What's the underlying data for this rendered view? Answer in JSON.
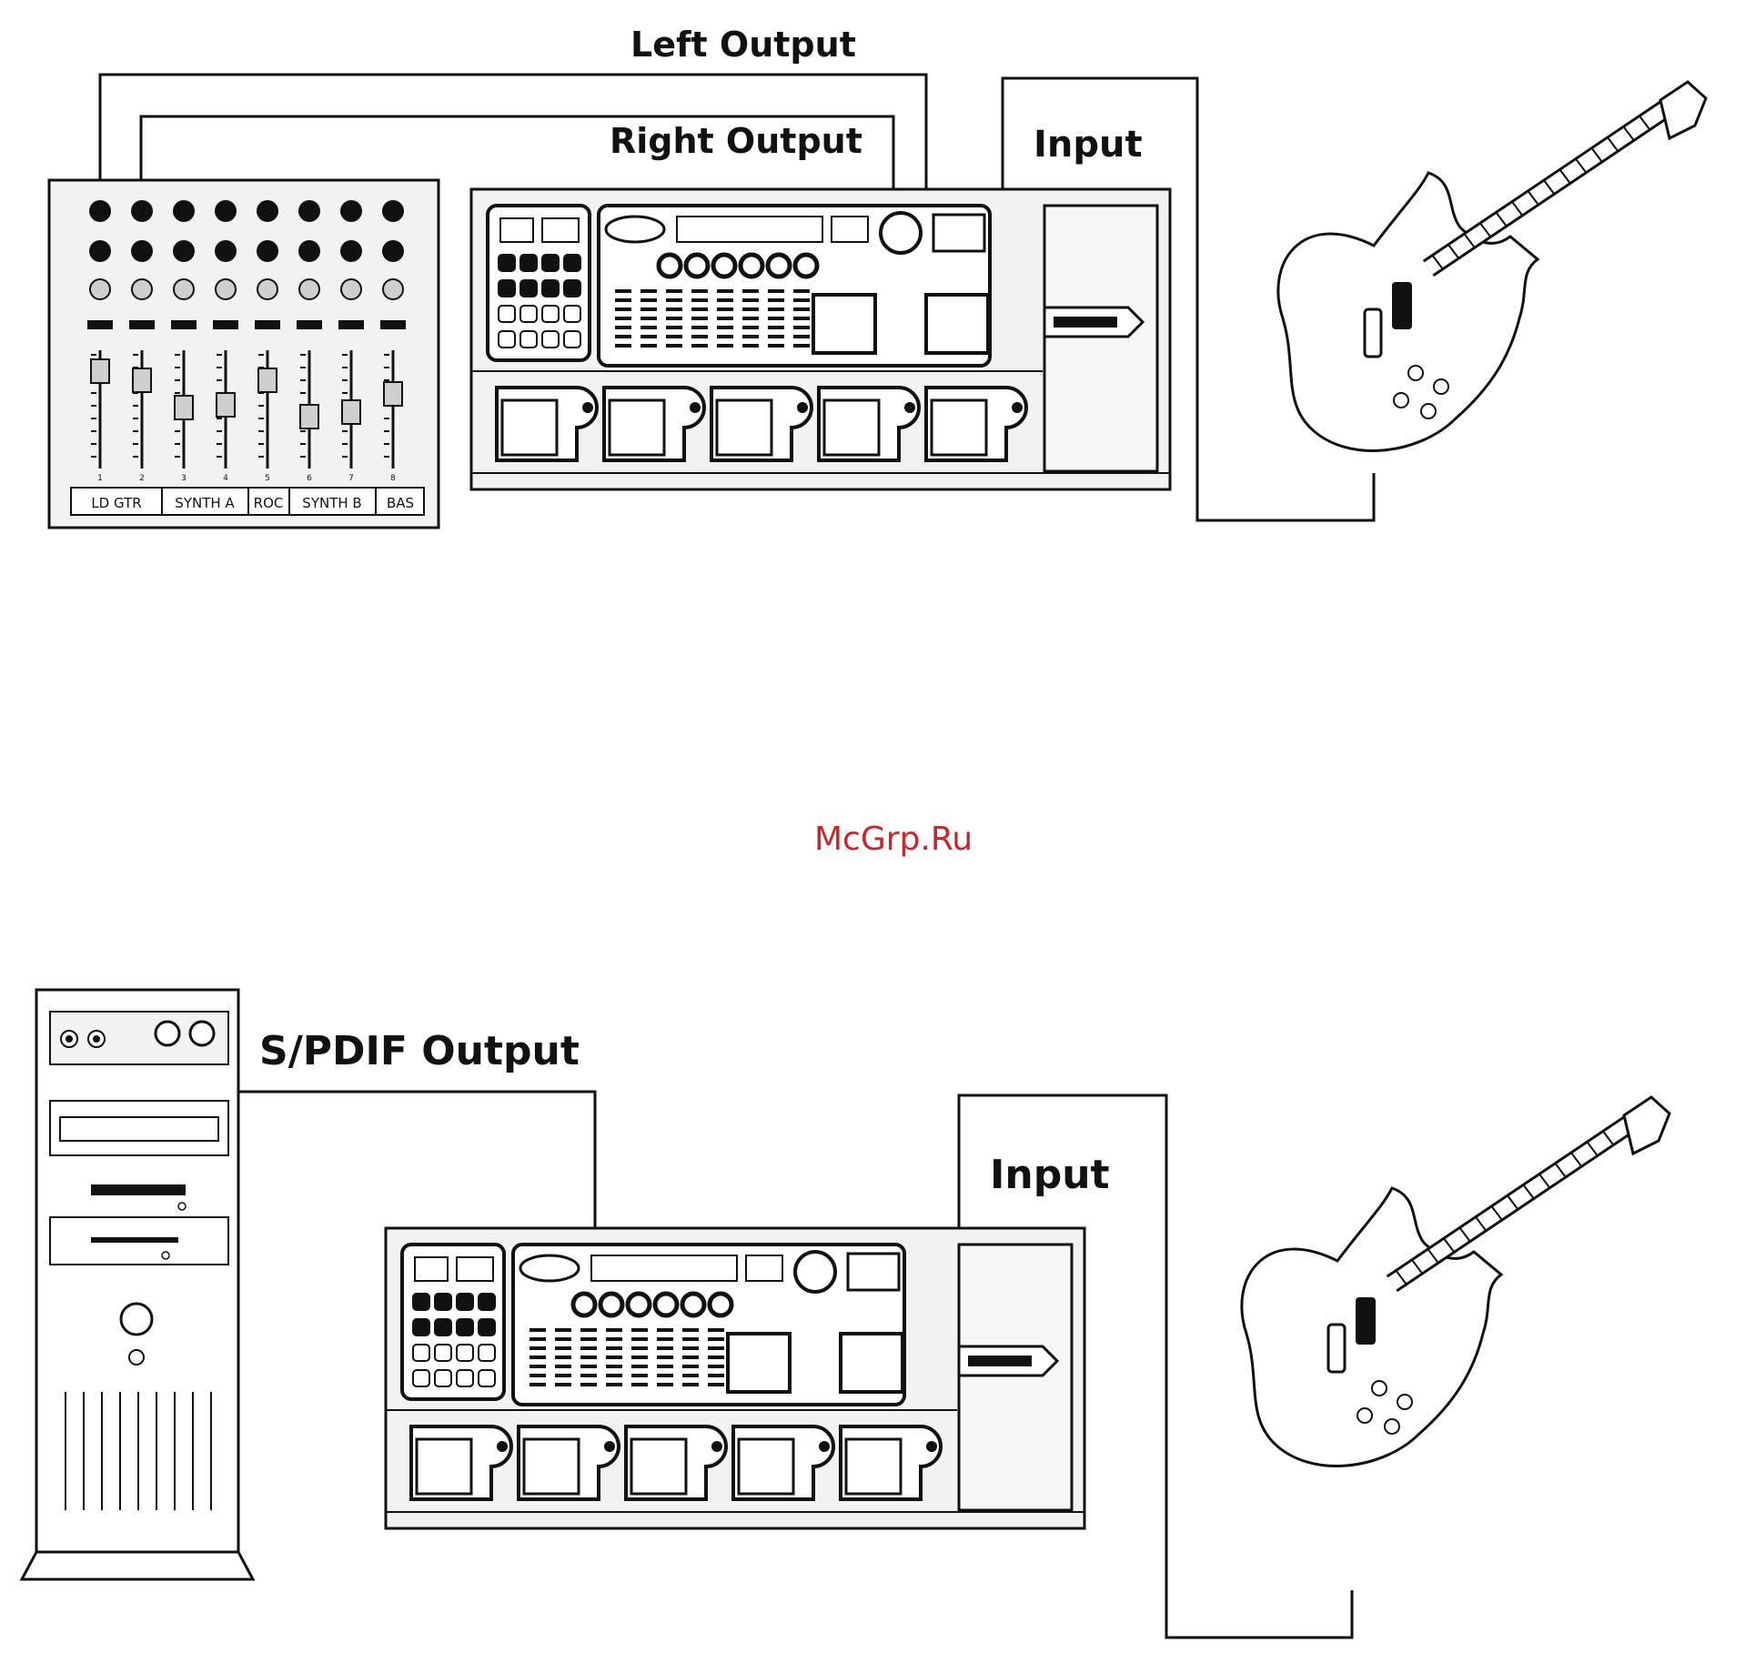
{
  "labels": {
    "left_output": "Left Output",
    "right_output": "Right Output",
    "input_top": "Input",
    "spdif_output": "S/PDIF Output",
    "input_bottom": "Input"
  },
  "watermark": "McGrp.Ru",
  "mixer": {
    "channel_labels": [
      "LD GTR",
      "SYNTH A",
      "ROC",
      "SYNTH B",
      "BAS"
    ],
    "channel_numbers": [
      "1",
      "2",
      "3",
      "4",
      "5",
      "6",
      "7",
      "8"
    ]
  },
  "colors": {
    "line": "#111111",
    "watermark": "#c8262b",
    "panel_fill": "#f2f2f2"
  }
}
